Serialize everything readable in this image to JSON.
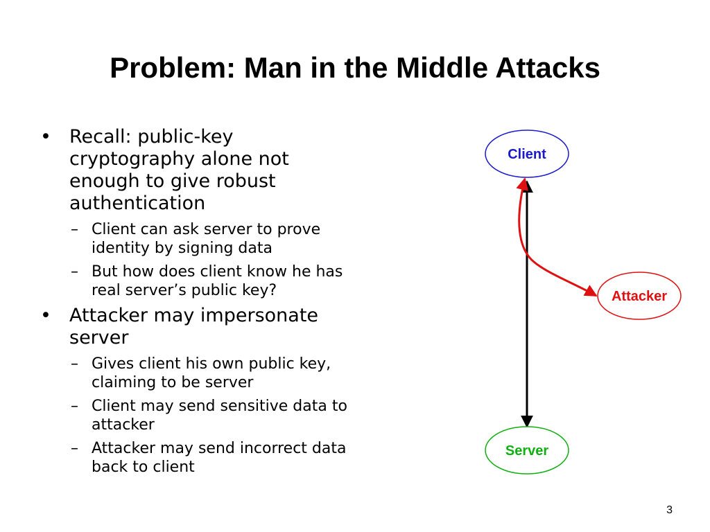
{
  "slide": {
    "title": "Problem: Man in the Middle Attacks",
    "page_number": "3"
  },
  "bullets": [
    {
      "marker": "•",
      "text": "Recall: public-key cryptography alone not enough to give robust authentication",
      "subs": [
        {
          "marker": "–",
          "text": "Client can ask server to prove identity by signing data"
        },
        {
          "marker": "–",
          "text": "But how does client know he has real server’s public key?"
        }
      ]
    },
    {
      "marker": "•",
      "text": "Attacker may impersonate server",
      "subs": [
        {
          "marker": "–",
          "text": "Gives client his own public key, claiming to be server"
        },
        {
          "marker": "–",
          "text": "Client may send sensitive data to attacker"
        },
        {
          "marker": "–",
          "text": "Attacker may send incorrect data back to client"
        }
      ]
    }
  ],
  "diagram": {
    "nodes": [
      {
        "id": "client",
        "label": "Client",
        "color": "#1a1acc"
      },
      {
        "id": "attacker",
        "label": "Attacker",
        "color": "#e01010"
      },
      {
        "id": "server",
        "label": "Server",
        "color": "#10b010"
      }
    ],
    "edges": [
      {
        "from": "client",
        "to": "server",
        "color": "#000000",
        "style": "straight",
        "arrows": "both"
      },
      {
        "from": "client",
        "to": "attacker",
        "color": "#e01010",
        "style": "curved",
        "arrows": "both"
      }
    ]
  }
}
